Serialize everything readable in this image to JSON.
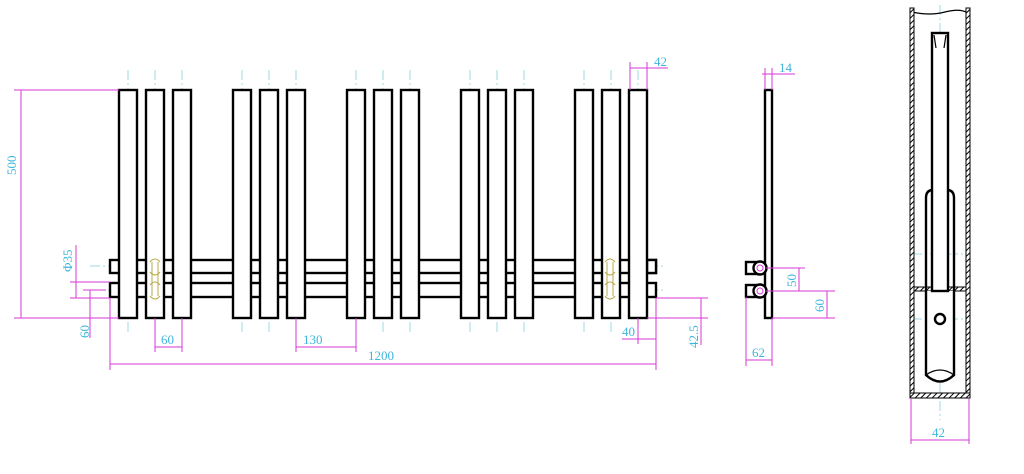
{
  "drawing": {
    "front_view": {
      "column_groups": 5,
      "columns_per_group": 3,
      "dimensions": {
        "height": "500",
        "column_width": "42",
        "pipe_diameter": "Φ35",
        "pipe_offset": "60",
        "column_pitch": "60",
        "group_gap": "130",
        "total_width": "1200",
        "end_offset": "40",
        "bottom_offset": "42.5"
      }
    },
    "side_view": {
      "dimensions": {
        "panel_thickness": "14",
        "pipe_spacing": "50",
        "pipe_height": "60",
        "depth": "62"
      }
    },
    "section_view": {
      "dimensions": {
        "width": "42"
      }
    }
  }
}
